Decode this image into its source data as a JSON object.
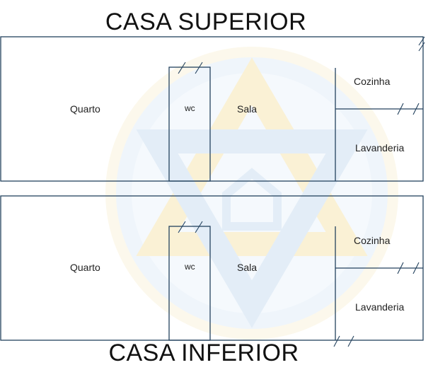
{
  "titles": {
    "top": "CASA SUPERIOR",
    "bottom": "CASA INFERIOR"
  },
  "upper_house": {
    "rooms": {
      "quarto": "Quarto",
      "wc": "wc",
      "sala": "Sala",
      "cozinha": "Cozinha",
      "lavanderia": "Lavanderia"
    }
  },
  "lower_house": {
    "rooms": {
      "quarto": "Quarto",
      "wc": "wc",
      "sala": "Sala",
      "cozinha": "Cozinha",
      "lavanderia": "Lavanderia"
    }
  },
  "colors": {
    "wall": "#24425e",
    "watermark_blue": "#cfe2f3",
    "watermark_gold": "#f8eecd"
  }
}
